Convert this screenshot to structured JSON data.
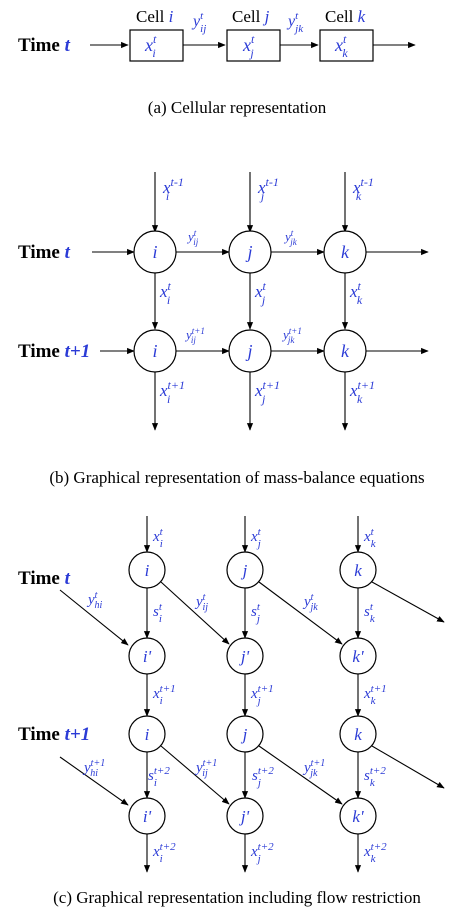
{
  "captions": {
    "a": "(a) Cellular representation",
    "b": "(b) Graphical representation of mass-balance equations",
    "c": "(c) Graphical representation including flow restriction"
  },
  "time_labels": {
    "time": "Time",
    "t": "t",
    "t1": "t+1"
  },
  "cells": {
    "cell_word": "Cell",
    "i": "i",
    "j": "j",
    "k": "k",
    "i_prime": "i'",
    "j_prime": "j'",
    "k_prime": "k'"
  },
  "colors": {
    "accent": "#2b3bd6",
    "ink": "#000000"
  }
}
